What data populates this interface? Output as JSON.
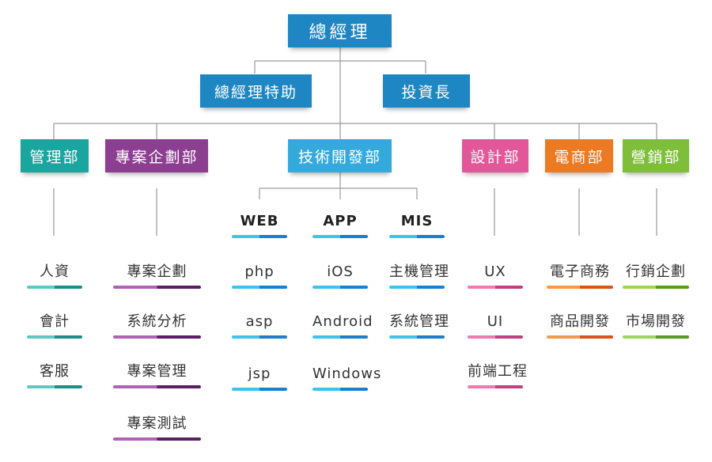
{
  "top": {
    "label": "總經理",
    "color": "#1f86c4"
  },
  "assistant": {
    "label": "總經理特助",
    "color": "#1f86c4"
  },
  "investment": {
    "label": "投資長",
    "color": "#1f86c4"
  },
  "departments": [
    {
      "key": "mgmt",
      "label": "管理部",
      "color": "#1aa69e"
    },
    {
      "key": "proj",
      "label": "專案企劃部",
      "color": "#8c3f91"
    },
    {
      "key": "tech",
      "label": "技術開發部",
      "color": "#35a9dc"
    },
    {
      "key": "design",
      "label": "設計部",
      "color": "#e3569a"
    },
    {
      "key": "ecom",
      "label": "電商部",
      "color": "#ec7a22"
    },
    {
      "key": "market",
      "label": "營銷部",
      "color": "#7fbe3a"
    }
  ],
  "tech_groups": [
    "WEB",
    "APP",
    "MIS"
  ],
  "items": {
    "mgmt": [
      "人資",
      "會計",
      "客服"
    ],
    "proj": [
      "專案企劃",
      "系統分析",
      "專案管理",
      "專案測試"
    ],
    "web": [
      "php",
      "asp",
      "jsp"
    ],
    "app": [
      "iOS",
      "Android",
      "Windows"
    ],
    "mis": [
      "主機管理",
      "系統管理"
    ],
    "design": [
      "UX",
      "UI",
      "前端工程"
    ],
    "ecom": [
      "電子商務",
      "商品開發"
    ],
    "market": [
      "行銷企劃",
      "市場開發"
    ]
  },
  "bar_colors": {
    "mgmt": [
      "#5ec9c4",
      "#1a8f8a"
    ],
    "proj": [
      "#b062b6",
      "#5c1f66"
    ],
    "tech": [
      "#3fc3ee",
      "#1a7fcf"
    ],
    "design": [
      "#f07ab0",
      "#c2407f"
    ],
    "ecom": [
      "#f59a4a",
      "#d9531a"
    ],
    "market": [
      "#9ed45a",
      "#5a9a1e"
    ]
  }
}
